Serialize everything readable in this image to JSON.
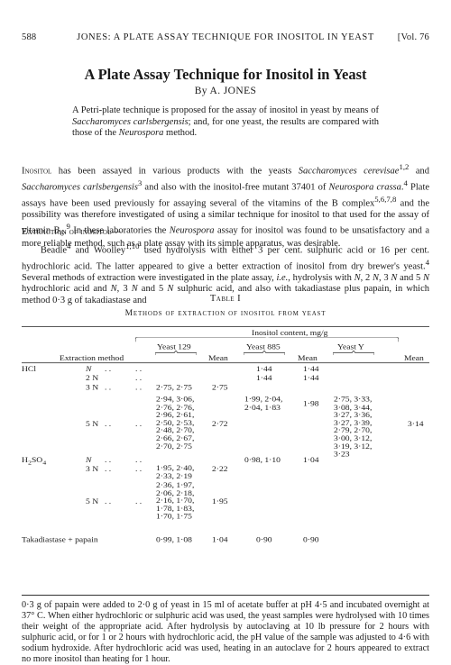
{
  "header": {
    "page_number": "588",
    "running_title": "JONES: A PLATE ASSAY TECHNIQUE FOR INOSITOL IN YEAST",
    "volume": "[Vol. 76"
  },
  "article": {
    "title": "A Plate Assay Technique for Inositol in Yeast",
    "author": "By A. JONES"
  },
  "abstract": {
    "t1": "A Petri-plate technique is proposed for the assay of inositol in yeast by means of ",
    "i1": "Saccharomyces carlsbergensis",
    "t2": "; and, for one yeast, the results are compared with those of the ",
    "i2": "Neurospora",
    "t3": " method."
  },
  "intro": {
    "lead": "Inositol",
    "t1": " has been assayed in various products with the yeasts ",
    "i1": "Saccharomyces cerevisae",
    "s1": "1,2",
    "t2": " and ",
    "i2": "Saccharomyces carlsbergensis",
    "s2": "3",
    "t3": " and also with the inositol-free mutant 37401 of ",
    "i3": "Neurospora crassa",
    "t4": ".",
    "s3": "4",
    "t5": " Plate assays have been used previously for assaying several of the vitamins of the B complex",
    "s4": "5,6,7,8",
    "t6": " and the possibility was therefore investigated of using a similar technique for inositol to that used for the assay of vitamin B",
    "sub1": "6",
    "t7": ".",
    "s5": "9",
    "t8": " In these laboratories the ",
    "i4": "Neurospora",
    "t9": " assay for inositol was found to be unsatisfactory and a more reliable method, such as a plate assay with its simple apparatus, was desirable."
  },
  "section_heading": "Extraction of inositol—",
  "extraction": {
    "t1": "Beadle",
    "s1": "4",
    "t2": " and Woolley",
    "s2": "1,10",
    "t3": " used hydrolysis with either 3 per cent. sulphuric acid or 16 per cent. hydrochloric acid. The latter appeared to give a better extraction of inositol from dry brewer's yeast.",
    "s3": "4",
    "t4": " Several methods of extraction were investigated in the plate assay, ",
    "i1": "i.e.",
    "t5": ", hydrolysis with ",
    "i2": "N",
    "t6": ", 2 ",
    "i3": "N",
    "t7": ", 3 ",
    "i4": "N",
    "t8": " and 5 ",
    "i5": "N",
    "t9": " hydrochloric acid and ",
    "i6": "N",
    "t10": ", 3 ",
    "i7": "N",
    "t11": " and 5 ",
    "i8": "N",
    "t12": " sulphuric acid, and also with takadiastase plus papain, in which method 0·3 g of takadiastase and"
  },
  "table": {
    "caption": "Table I",
    "title": "Methods of extraction of inositol from yeast",
    "spanner": "Inositol content, mg/g",
    "col_method": "Extraction method",
    "col_yeasts": [
      "Yeast 129",
      "Yeast 885",
      "Yeast Y"
    ],
    "col_mean": "Mean",
    "rows": {
      "hcl": "HCl",
      "h2so4_a": "H",
      "h2so4_b": "2",
      "h2so4_c": "SO",
      "h2so4_d": "4",
      "n": "N",
      "two_n": "2 N",
      "three_n": "3 N",
      "five_n": "5 N",
      "taka": "Takadiastase + papain",
      "dots": ". ."
    },
    "cells": {
      "hcl_n_885": "1·44",
      "hcl_n_mean885": "1·44",
      "hcl_2n_885": "1·44",
      "hcl_2n_mean885": "1·44",
      "hcl_3n_129": "2·75, 2·75",
      "hcl_3n_mean129": "2·75",
      "hcl_5n_129": "2·94, 3·06,\n2·76, 2·76,\n2·96, 2·61,\n2·50, 2·53,\n2·48, 2·70,\n2·66, 2·67,\n2·70, 2·75",
      "hcl_5n_mean129": "2·72",
      "hcl_5n_885": "1·99, 2·04,\n2·04, 1·83",
      "hcl_5n_mean885": "1·98",
      "hcl_5n_y": "2·75, 3·33,\n3·08, 3·44,\n3·27, 3·36,\n3·27, 3·39,\n2·79, 2·70,\n3·00, 3·12,\n3·19, 3·12,\n3·23",
      "hcl_5n_meany": "3·14",
      "h2so4_n_885": "0·98, 1·10",
      "h2so4_n_mean885": "1·04",
      "h2so4_3n_129": "1·95, 2·40,\n2·33, 2·19",
      "h2so4_3n_mean129": "2·22",
      "h2so4_5n_129": "2·36, 1·97,\n2·06, 2·18,\n2·16, 1·70,\n1·78, 1·83,\n1·70, 1·75",
      "h2so4_5n_mean129": "1·95",
      "taka_129": "0·99, 1·08",
      "taka_mean129": "1·04",
      "taka_885": "0·90",
      "taka_mean885": "0·90"
    }
  },
  "after_table": {
    "t1": "0·3 g of papain were added to 2·0 g of yeast in 15 ml of acetate buffer at pH 4·5 and incubated overnight at 37° C. When either hydrochloric or sulphuric acid was used, the yeast samples were hydrolysed with 10 times their weight of the appropriate acid. After hydrolysis by autoclaving at 10 lb pressure for 2 hours with sulphuric acid, or for 1 or 2 hours with hydrochloric acid, the pH value of the sample was adjusted to 4·6 with sodium hydroxide. After hydrochloric acid was used, heating in an autoclave for 2 hours appeared to extract no more inositol than heating for 1 hour."
  }
}
